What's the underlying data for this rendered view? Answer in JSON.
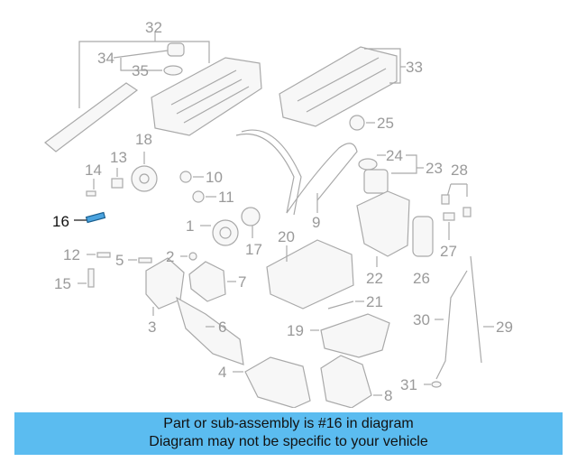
{
  "callouts": {
    "n1": "1",
    "n2": "2",
    "n3": "3",
    "n4": "4",
    "n5": "5",
    "n6": "6",
    "n7": "7",
    "n8": "8",
    "n9": "9",
    "n10": "10",
    "n11": "11",
    "n12": "12",
    "n13": "13",
    "n14": "14",
    "n15": "15",
    "n16": "16",
    "n17": "17",
    "n18": "18",
    "n19": "19",
    "n20": "20",
    "n21": "21",
    "n22": "22",
    "n23": "23",
    "n24": "24",
    "n25": "25",
    "n26": "26",
    "n27": "27",
    "n28": "28",
    "n29": "29",
    "n30": "30",
    "n31": "31",
    "n32": "32",
    "n33": "33",
    "n34": "34",
    "n35": "35"
  },
  "highlighted_part": "16",
  "colors": {
    "banner": "#5bbcf0",
    "highlight": "#4aa3df",
    "line": "#a9a9a9",
    "label": "#9a9a9a"
  },
  "banner": {
    "line1": "Part or sub-assembly is #16 in diagram",
    "line2": "Diagram may not be specific to your vehicle"
  }
}
